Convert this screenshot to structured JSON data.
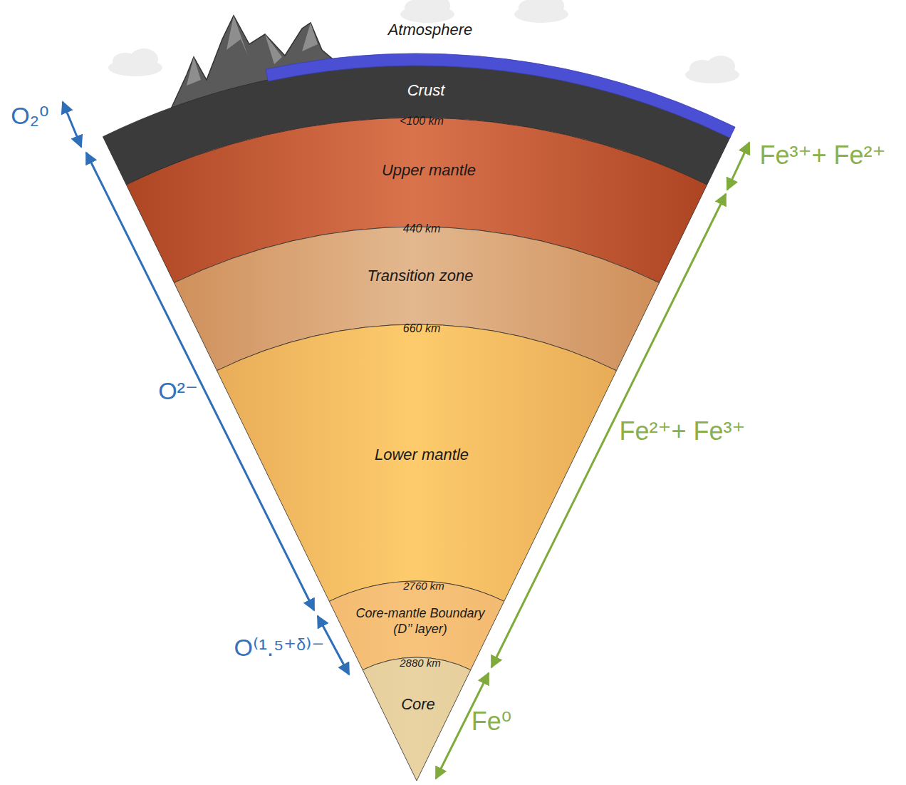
{
  "diagram": {
    "nodes": [
      {
        "text": [
          "Crust"
        ]
      },
      {
        "text": [
          "Upper mantle"
        ]
      },
      {
        "text": [
          "Transition zone"
        ]
      },
      {
        "text": [
          "Lower mantle"
        ]
      },
      {
        "text": [
          "Core-mantle Boundary (D’’ layer)"
        ]
      },
      {
        "text": [
          "Core"
        ]
      }
    ],
    "labels": [
      "Atmosphere",
      "<100 km",
      "440 km",
      "660 km",
      "2760 km",
      "2880 km",
      "O₂⁰",
      "O²⁻",
      "O⁽¹.⁵⁺ᵟ⁾⁻",
      "Fe³⁺+ Fe²⁺",
      "Fe²⁺+ Fe³⁺",
      "Fe⁰"
    ]
  }
}
